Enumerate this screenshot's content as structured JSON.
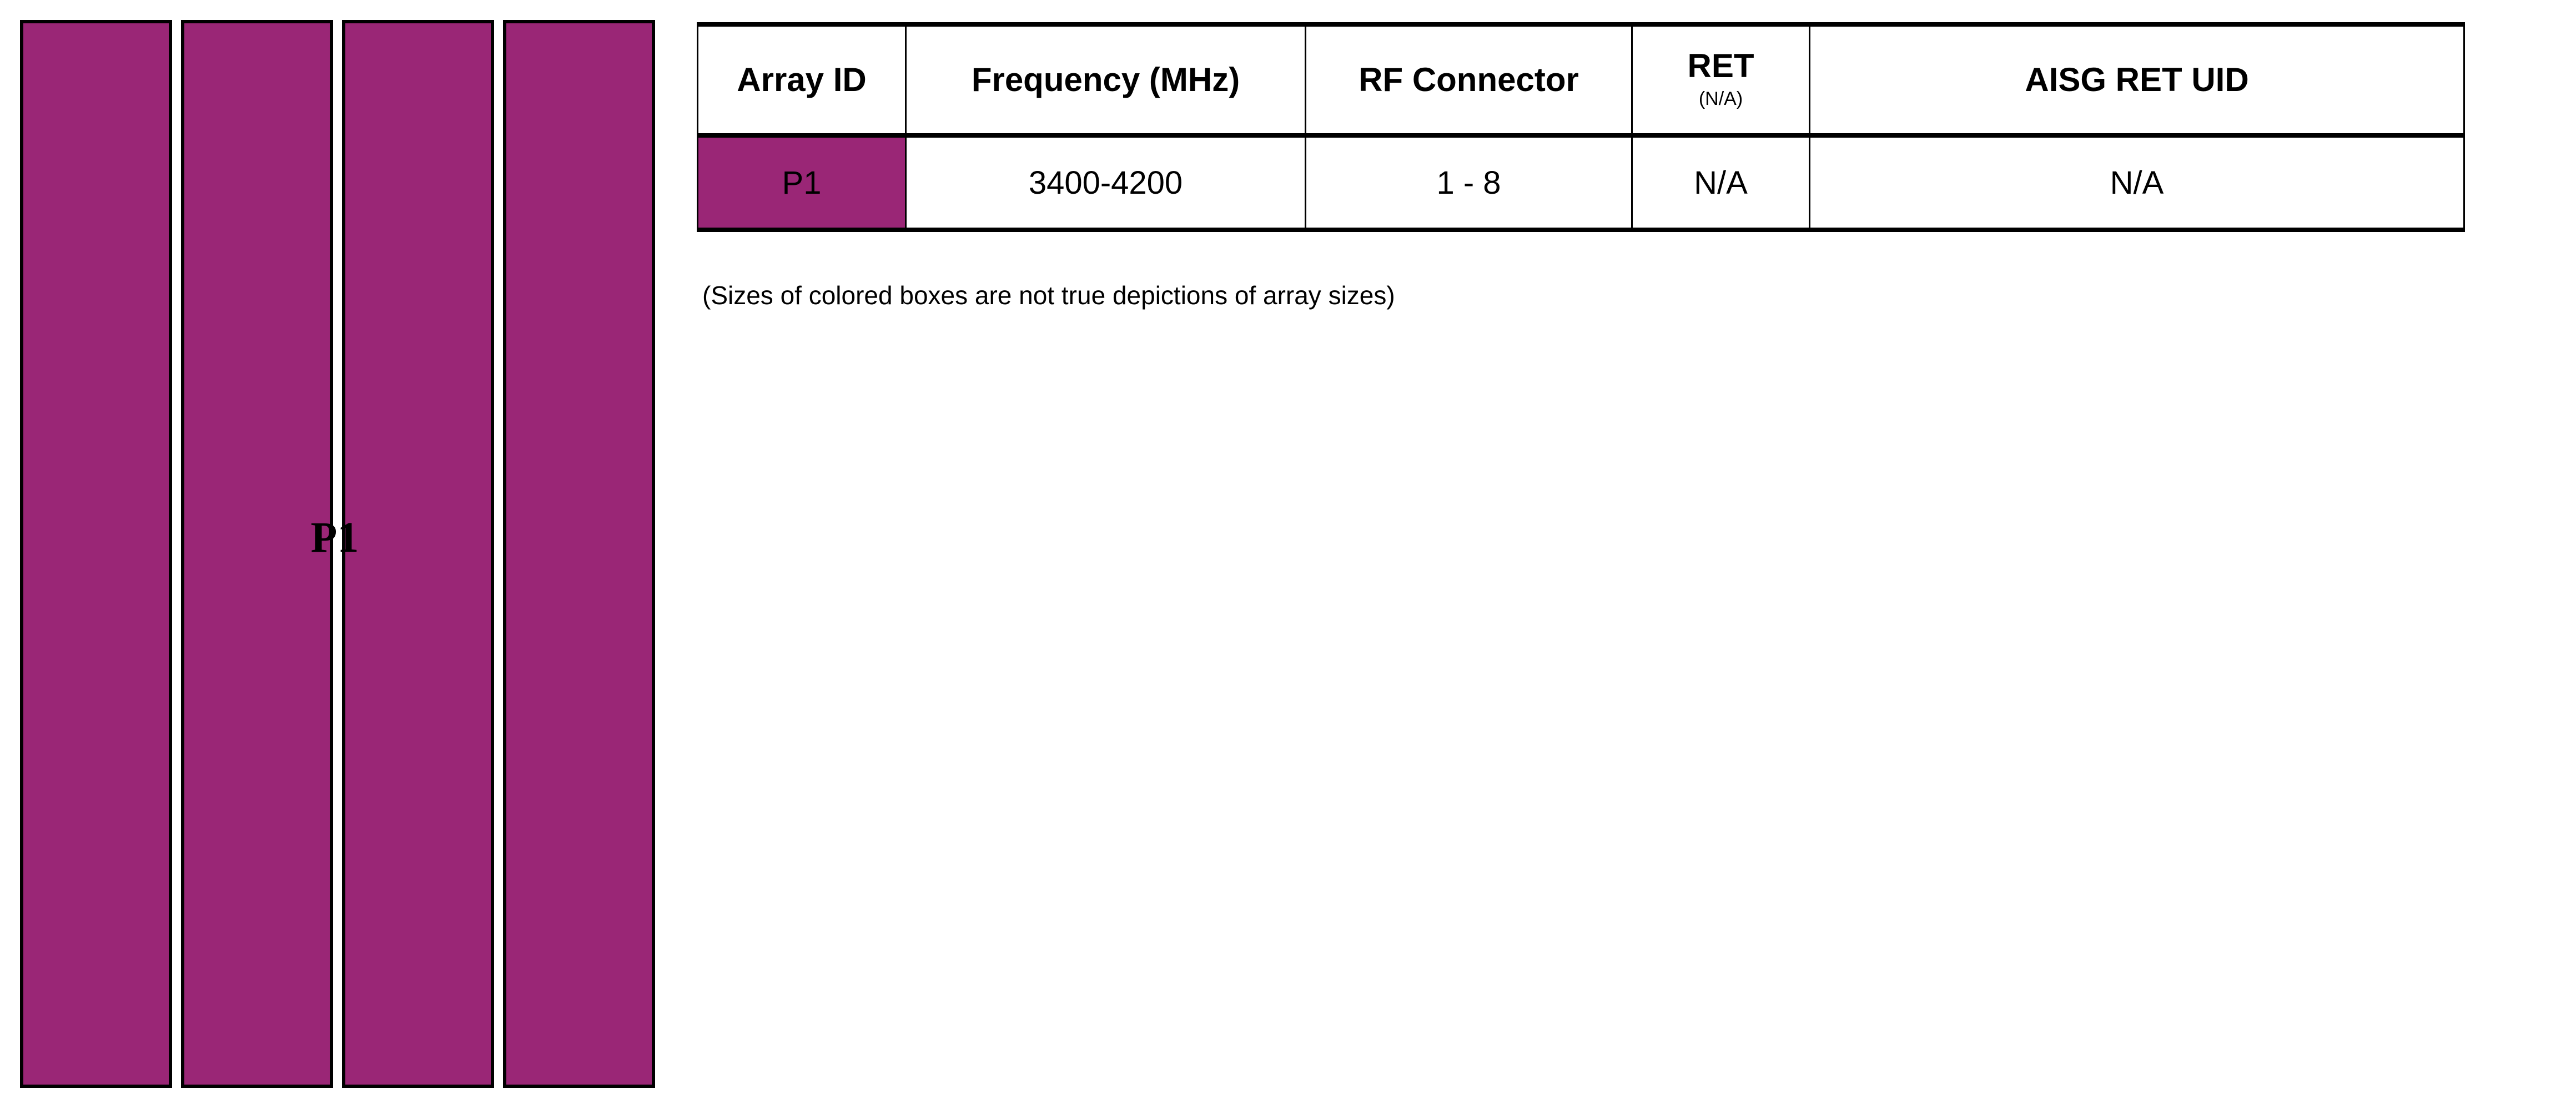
{
  "diagram": {
    "label": "P1",
    "bar_count": 4,
    "bar_color": "#9A2676",
    "border_color": "#000000",
    "note": "(Sizes of colored boxes are not true depictions of array sizes)"
  },
  "table": {
    "columns": [
      {
        "key": "array_id",
        "label": "Array ID",
        "sublabel": ""
      },
      {
        "key": "frequency",
        "label": "Frequency (MHz)",
        "sublabel": ""
      },
      {
        "key": "rf",
        "label": "RF Connector",
        "sublabel": ""
      },
      {
        "key": "ret",
        "label": "RET",
        "sublabel": "(N/A)"
      },
      {
        "key": "aisg",
        "label": "AISG RET UID",
        "sublabel": ""
      }
    ],
    "rows": [
      {
        "array_id": "P1",
        "array_id_color": "#9A2676",
        "frequency": "3400-4200",
        "rf_connector": "1 - 8",
        "ret": "N/A",
        "aisg_ret_uid": "N/A"
      }
    ]
  }
}
